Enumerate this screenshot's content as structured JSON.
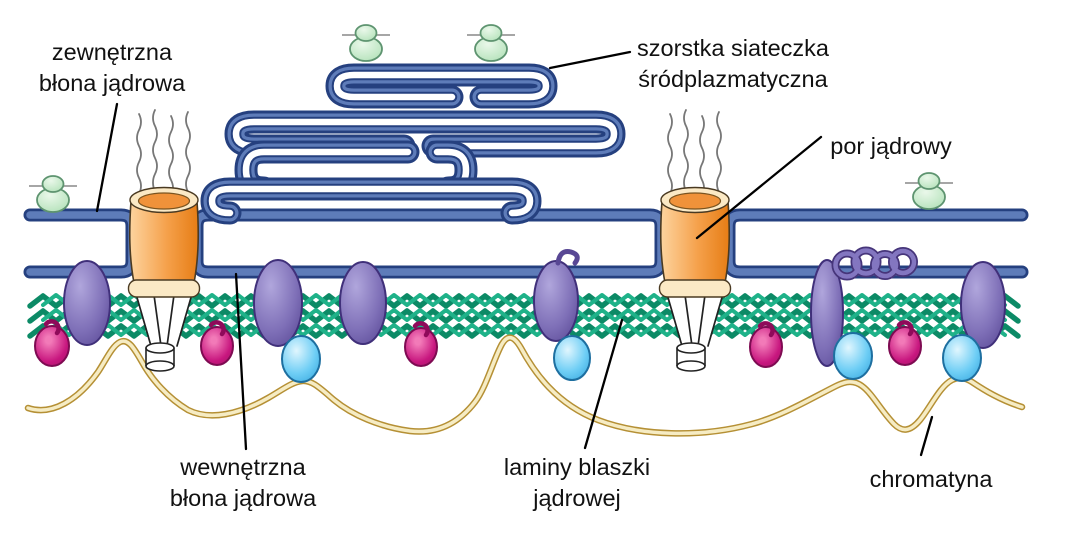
{
  "figure": {
    "description": "nuclear envelope diagram",
    "labels": {
      "outer_membrane": {
        "line1": "zewnętrzna",
        "line2": "błona jądrowa"
      },
      "rough_er": {
        "line1": "szorstka siateczka",
        "line2": "śródplazmatyczna"
      },
      "nuclear_pore": {
        "text": "por jądrowy"
      },
      "inner_membrane": {
        "line1": "wewnętrzna",
        "line2": "błona jądrowa"
      },
      "nuclear_lamina": {
        "line1": "laminy blaszki",
        "line2": "jądrowej"
      },
      "chromatin": {
        "text": "chromatyna"
      }
    },
    "palette": {
      "background": "#FFFFFF",
      "membrane_fill": "#5E7CB9",
      "membrane_outline": "#25407F",
      "er_lumen": "#FFFFFF",
      "pore_orange": "#F49A3F",
      "pore_rim_cream": "#FBE9C5",
      "ribosome_green": "#BEE6C2",
      "lamin_teal_dark": "#0C8A66",
      "lamin_teal_light": "#1FB289",
      "inner_protein_purple": "#7E6FB7",
      "cyan_protein": "#6FCEF5",
      "magenta_protein": "#C8177F",
      "chromatin_gold": "#B59035",
      "chromatin_fill": "#F6ECC4",
      "label_text": "#111111",
      "pointer_line": "#000000"
    },
    "components": [
      "outer nuclear membrane",
      "inner nuclear membrane",
      "rough endoplasmic reticulum",
      "nuclear pore complex x2",
      "ribosomes x4",
      "nuclear lamina meshwork",
      "lamin-binding membrane proteins",
      "chromatin fiber"
    ]
  }
}
